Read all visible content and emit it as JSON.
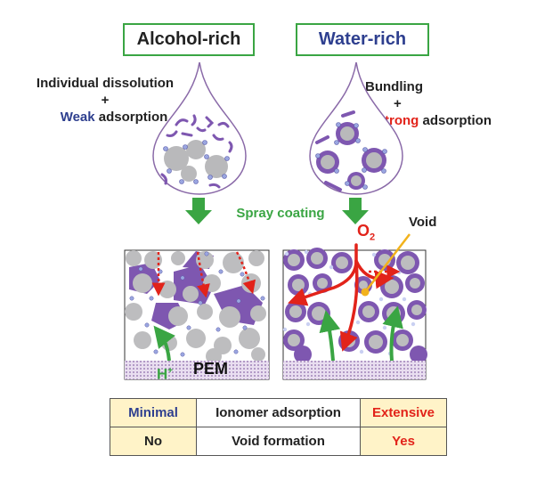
{
  "titles": {
    "alcohol_rich": "Alcohol-rich",
    "water_rich": "Water-rich"
  },
  "left_droplet": {
    "line1": "Individual dissolution",
    "plus": "+",
    "strength": "Weak",
    "suffix": " adsorption"
  },
  "right_droplet": {
    "line1": "Bundling",
    "plus": "+",
    "strength": "Strong",
    "suffix": " adsorption"
  },
  "process_label": "Spray coating",
  "annotations": {
    "oxygen": "O",
    "oxygen_sub": "2",
    "void": "Void",
    "proton": "H",
    "proton_sup": "+",
    "membrane": "PEM"
  },
  "table": {
    "rows": [
      {
        "left": "Minimal",
        "middle": "Ionomer adsorption",
        "right": "Extensive"
      },
      {
        "left": "No",
        "middle": "Void formation",
        "right": "Yes"
      }
    ]
  },
  "colors": {
    "green": "#3aa543",
    "blue": "#2e3f8f",
    "red": "#e2231a",
    "purple": "#7e57b0",
    "gray_particle": "#b9b9bb",
    "void_line": "#f2b21c",
    "table_highlight": "#fff3c8"
  }
}
